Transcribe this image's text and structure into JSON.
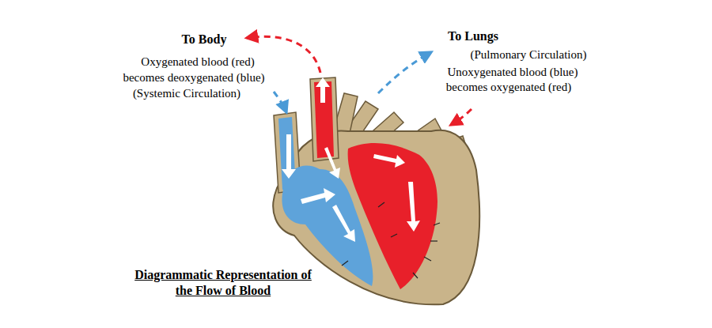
{
  "diagram": {
    "title": "Diagrammatic Representation of the Flow of Blood",
    "labels": [
      "To Body",
      "Oxygenated blood (red)",
      "becomes deoxygenated (blue)",
      "(Systemic Circulation)",
      "To Lungs",
      "(Pulmonary Circulation)",
      "Unoxygenated blood (blue)",
      "becomes oxygenated (red)"
    ]
  }
}
